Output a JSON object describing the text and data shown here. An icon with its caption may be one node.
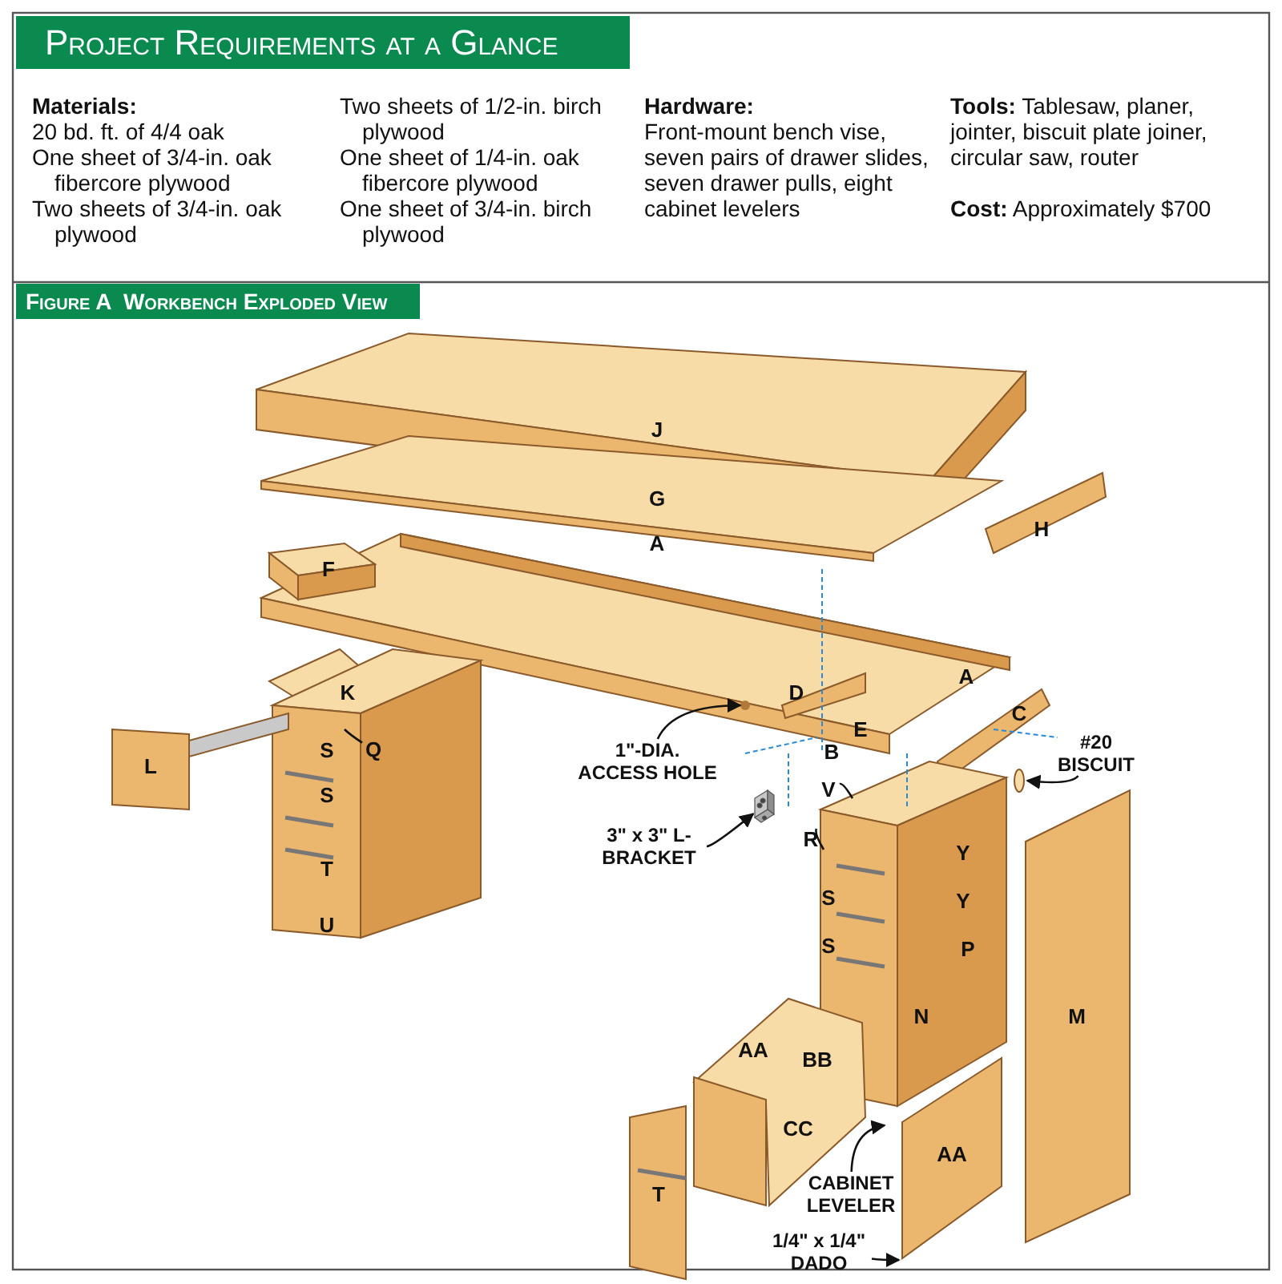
{
  "diagram": {
    "title": "Project Requirements at a Glance",
    "caption": "Figure A  Workbench Exploded View",
    "nodes": [
      {
        "text": [
          "Q"
        ]
      },
      {
        "text": [
          "1\"-DIA. ACCESS HOLE"
        ]
      },
      {
        "text": [
          "#20 BISCUIT"
        ]
      },
      {
        "text": [
          "V"
        ]
      },
      {
        "text": [
          "R"
        ]
      },
      {
        "text": [
          "3\" x 3\" L-BRACKET"
        ]
      },
      {
        "text": [
          "CABINET LEVELER"
        ]
      },
      {
        "text": [
          "1/4\" x 1/4\" DADO"
        ]
      },
      {
        "text": [],
        "shape": "picture"
      }
    ],
    "edges": [
      {
        "from": 0,
        "to": null,
        "arrow": "none"
      },
      {
        "from": 1,
        "to": null,
        "arrow": "to"
      },
      {
        "from": 2,
        "to": null,
        "arrow": "to"
      },
      {
        "from": 3,
        "to": null,
        "arrow": "none"
      },
      {
        "from": 4,
        "to": null,
        "arrow": "none"
      },
      {
        "from": 5,
        "to": 8,
        "arrow": "to"
      },
      {
        "from": 6,
        "to": null,
        "arrow": "to"
      },
      {
        "from": 7,
        "to": null,
        "arrow": "to"
      }
    ],
    "labels": [
      "Materials:",
      "20 bd. ft. of 4/4 oak",
      "One sheet of 3/4-in. oak fibercore plywood",
      "Two sheets of 3/4-in. oak plywood",
      "Two sheets of 1/2-in. birch plywood",
      "One sheet of 1/4-in. oak fibercore plywood",
      "One sheet of 3/4-in. birch plywood",
      "Hardware:",
      "Front-mount bench vise, seven pairs of drawer slides, seven drawer pulls, eight cabinet levelers",
      "**Tools:** Tablesaw, planer, jointer, biscuit plate joiner, circular saw, router",
      "**Cost:** Approximately $700",
      "J",
      "G",
      "A",
      "H",
      "F",
      "A",
      "D",
      "E",
      "C",
      "K",
      "S",
      "L",
      "S",
      "T",
      "U",
      "B",
      "Y",
      "Y",
      "S",
      "S",
      "P",
      "M",
      "N",
      "AA",
      "BB",
      "CC",
      "T",
      "AA"
    ]
  }
}
